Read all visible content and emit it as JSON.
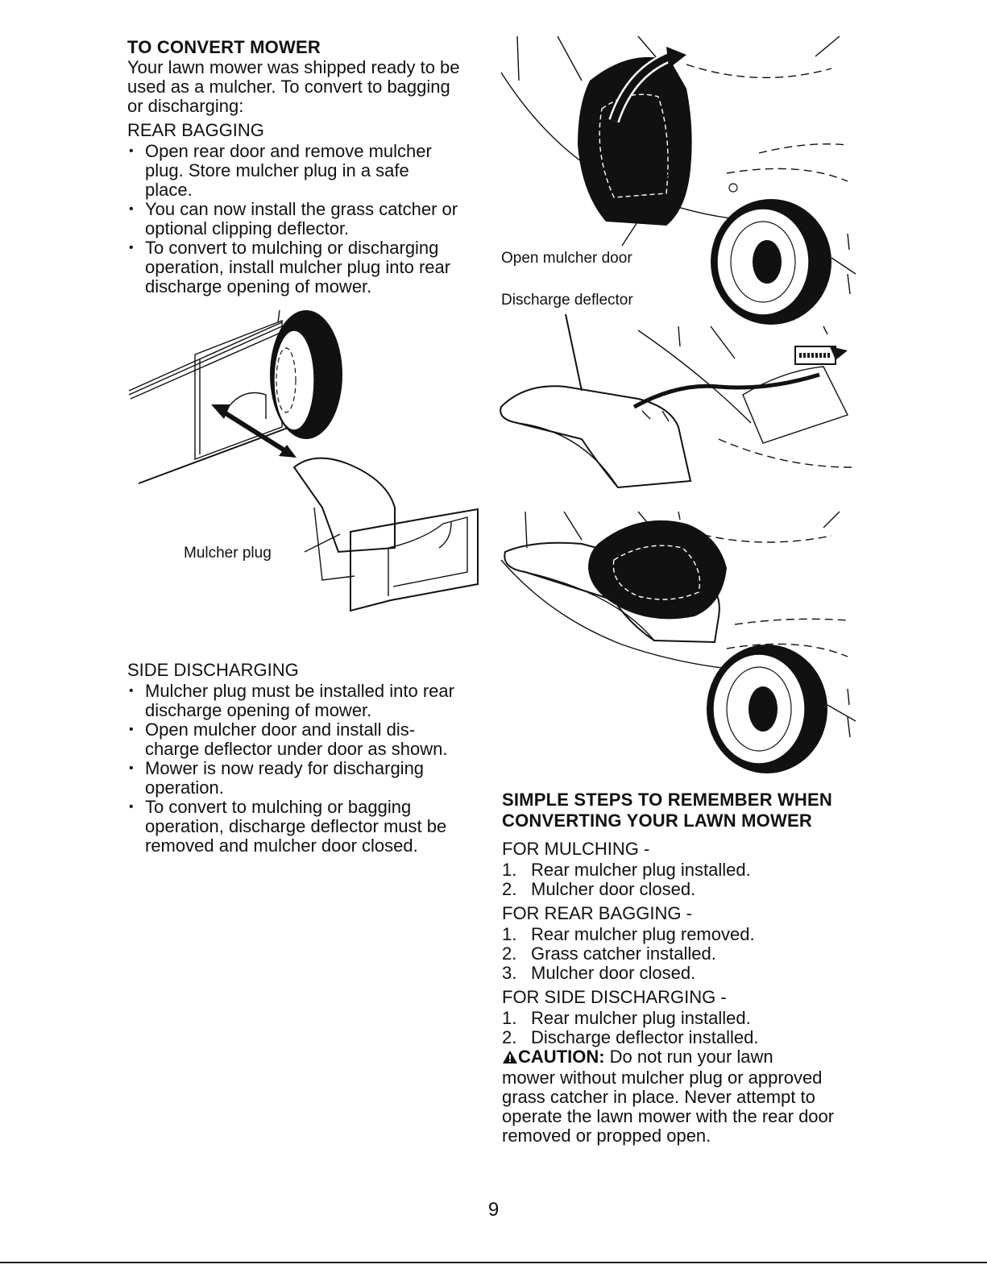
{
  "convert": {
    "title": "TO CONVERT MOWER",
    "intro_lines": [
      "Your lawn mower was shipped ready to be",
      "used as a mulcher.  To convert to bagging",
      "or discharging:"
    ],
    "rear_bagging": {
      "heading": "REAR BAGGING",
      "bullets": [
        [
          "Open rear door and remove mulcher",
          "plug.  Store mulcher plug in a safe",
          "place."
        ],
        [
          "You can now install the grass catcher or",
          "optional clipping deflector."
        ],
        [
          "To convert to mulching or discharging",
          "operation, install mulcher plug into rear",
          "discharge opening of mower."
        ]
      ]
    },
    "side_discharging": {
      "heading": "SIDE DISCHARGING",
      "bullets": [
        [
          "Mulcher plug must be installed into rear",
          "discharge opening of mower."
        ],
        [
          "Open mulcher door and install dis-",
          "charge deflector under door as shown."
        ],
        [
          "Mower is now ready for discharging",
          "operation."
        ],
        [
          "To convert to mulching or bagging",
          "operation, discharge deflector must be",
          "removed and mulcher door closed."
        ]
      ]
    }
  },
  "figures": {
    "mulcher_plug_label": "Mulcher plug",
    "open_door_label": "Open mulcher door",
    "discharge_deflector_label": "Discharge deflector"
  },
  "steps": {
    "title_lines": [
      "SIMPLE STEPS TO REMEMBER WHEN",
      "CONVERTING YOUR LAWN MOWER"
    ],
    "mulching": {
      "heading": "FOR MULCHING -",
      "items": [
        {
          "num": "1.",
          "text": "Rear mulcher plug installed."
        },
        {
          "num": "2.",
          "text": "Mulcher door closed."
        }
      ]
    },
    "rear_bagging": {
      "heading": "FOR REAR BAGGING -",
      "items": [
        {
          "num": "1.",
          "text": "Rear mulcher plug removed."
        },
        {
          "num": "2.",
          "text": "Grass catcher installed."
        },
        {
          "num": "3.",
          "text": "Mulcher door closed."
        }
      ]
    },
    "side_discharging": {
      "heading": "FOR SIDE DISCHARGING -",
      "items": [
        {
          "num": "1.",
          "text": "Rear mulcher plug installed."
        },
        {
          "num": "2.",
          "text": "Discharge deflector installed."
        }
      ]
    },
    "caution": {
      "label": "CAUTION:",
      "first_line": " Do not run your lawn",
      "lines": [
        "mower without mulcher plug or approved",
        "grass catcher in place.  Never attempt to",
        "operate the lawn mower with the rear door",
        "removed or propped open."
      ]
    }
  },
  "page_number": "9"
}
